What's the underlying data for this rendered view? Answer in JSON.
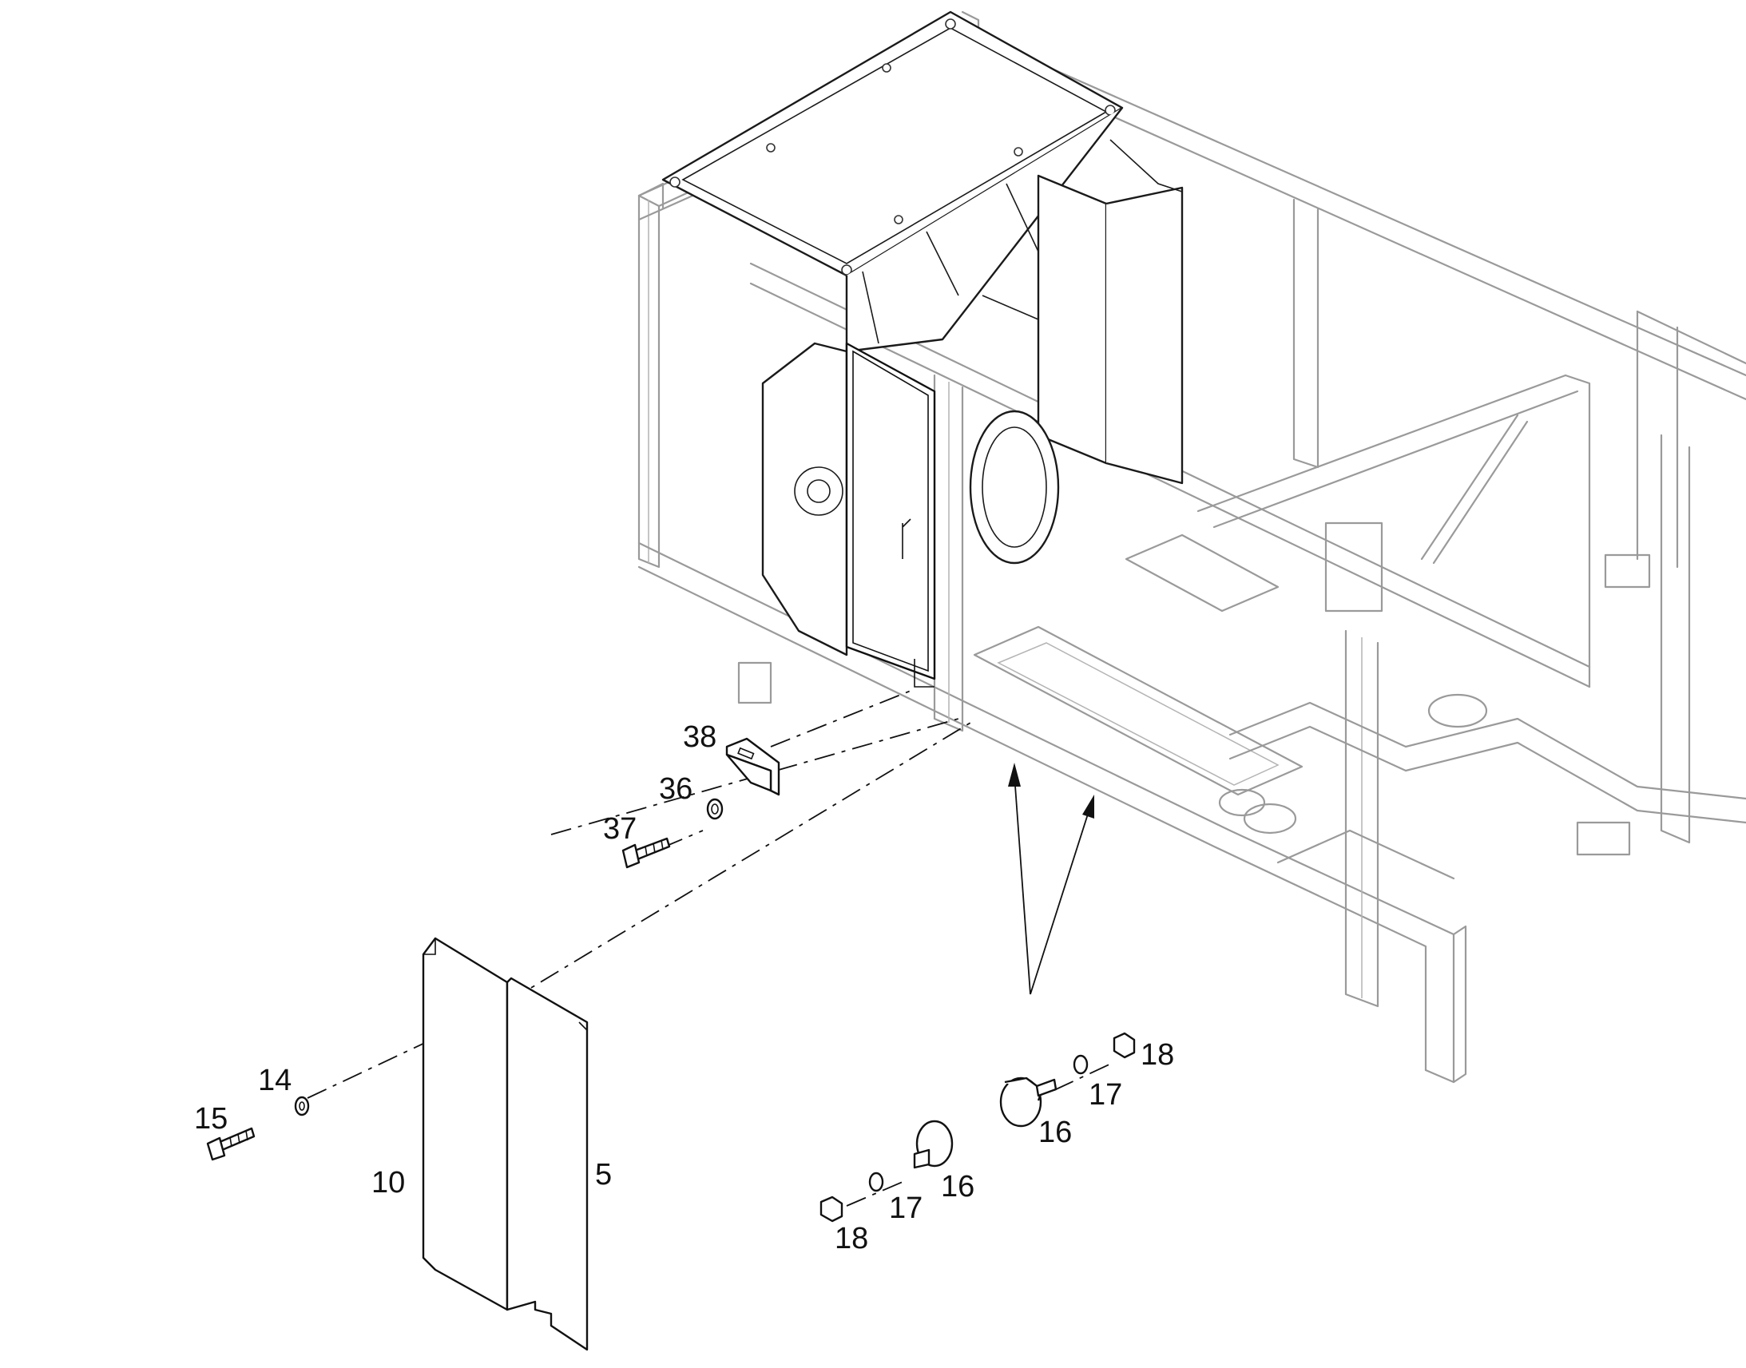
{
  "callouts": {
    "c38": "38",
    "c36": "36",
    "c37": "37",
    "c14": "14",
    "c15": "15",
    "c10": "10",
    "c5": "5",
    "c18a": "18",
    "c17a": "17",
    "c16a": "16",
    "c16b": "16",
    "c17b": "17",
    "c18b": "18"
  },
  "colors": {
    "frame": "#9a9a9a",
    "ink": "#111111",
    "background": "#ffffff"
  }
}
